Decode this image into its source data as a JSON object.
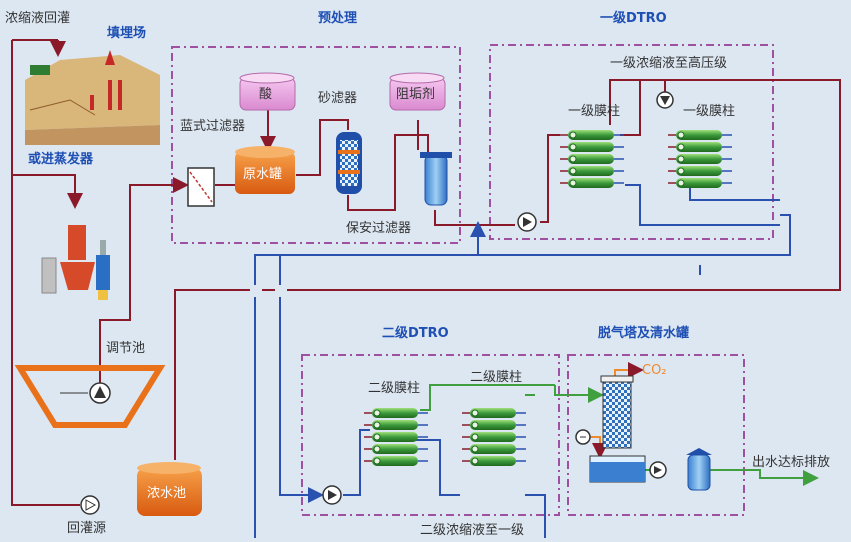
{
  "labels": {
    "concentrate_recharge": "浓缩液回灌",
    "landfill": "填埋场",
    "or_evaporator": "或进蒸发器",
    "pretreatment": "预处理",
    "dtro_stage1": "一级DTRO",
    "stage1_concentrate_to_hp": "一级浓缩液至高压级",
    "sand_filter": "砂滤器",
    "basket_filter": "蓝式过滤器",
    "acid": "酸",
    "antiscalant": "阻垢剂",
    "raw_water_tank": "原水罐",
    "security_filter": "保安过滤器",
    "stage1_membrane_a": "一级膜柱",
    "stage1_membrane_b": "一级膜柱",
    "regulating_pool": "调节池",
    "dtro_stage2": "二级DTRO",
    "degas_and_clear": "脱气塔及清水罐",
    "stage2_membrane_a": "二级膜柱",
    "stage2_membrane_b": "二级膜柱",
    "co2": "CO₂",
    "effluent": "出水达标排放",
    "concentrate_pool": "浓水池",
    "recharge_source": "回灌源",
    "stage2_concentrate_to_stage1": "二级浓缩液至一级"
  },
  "colors": {
    "background": "#dde7f2",
    "title_blue": "#1e4fb4",
    "pipe_red": "#8a1a2a",
    "pipe_blue": "#2a50b0",
    "pipe_green": "#40a040",
    "dash_box": "#a050a0",
    "tank_orange": "#e8711a",
    "membrane_green": "#3c9a3c"
  }
}
